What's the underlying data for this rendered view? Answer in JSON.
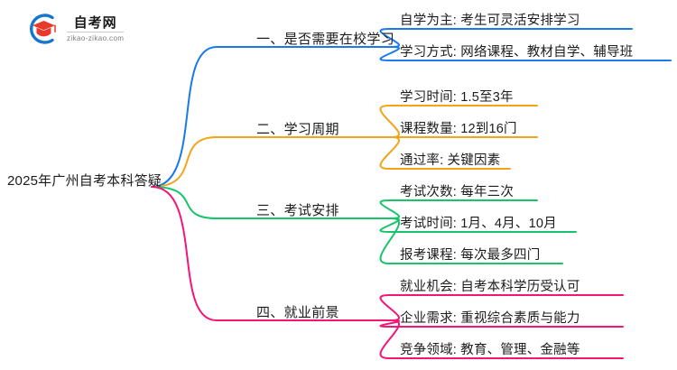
{
  "logo": {
    "name": "自考网",
    "domain": "zikao-zikao.com",
    "mark_icon": "graduation-cap-icon",
    "arc_color": "#1577cc",
    "cap_color": "#e8392c"
  },
  "mindmap": {
    "root": {
      "label": "2025年广州自考本科答疑"
    },
    "branches": [
      {
        "label": "一、是否需要在校学习",
        "color": "#1a7aed",
        "children": [
          {
            "label": "自学为主: 考生可灵活安排学习"
          },
          {
            "label": "学习方式: 网络课程、教材自学、辅导班"
          }
        ]
      },
      {
        "label": "二、学习周期",
        "color": "#f2a41a",
        "children": [
          {
            "label": "学习时间: 1.5至3年"
          },
          {
            "label": "课程数量: 12到16门"
          },
          {
            "label": "通过率: 关键因素"
          }
        ]
      },
      {
        "label": "三、考试安排",
        "color": "#17c46c",
        "children": [
          {
            "label": "考试次数: 每年三次"
          },
          {
            "label": "考试时间: 1月、4月、10月"
          },
          {
            "label": "报考课程: 每次最多四门"
          }
        ]
      },
      {
        "label": "四、就业前景",
        "color": "#f51478",
        "children": [
          {
            "label": "就业机会: 自考本科学历受认可"
          },
          {
            "label": "企业需求: 重视综合素质与能力"
          },
          {
            "label": "竞争领域: 教育、管理、金融等"
          }
        ]
      }
    ]
  }
}
